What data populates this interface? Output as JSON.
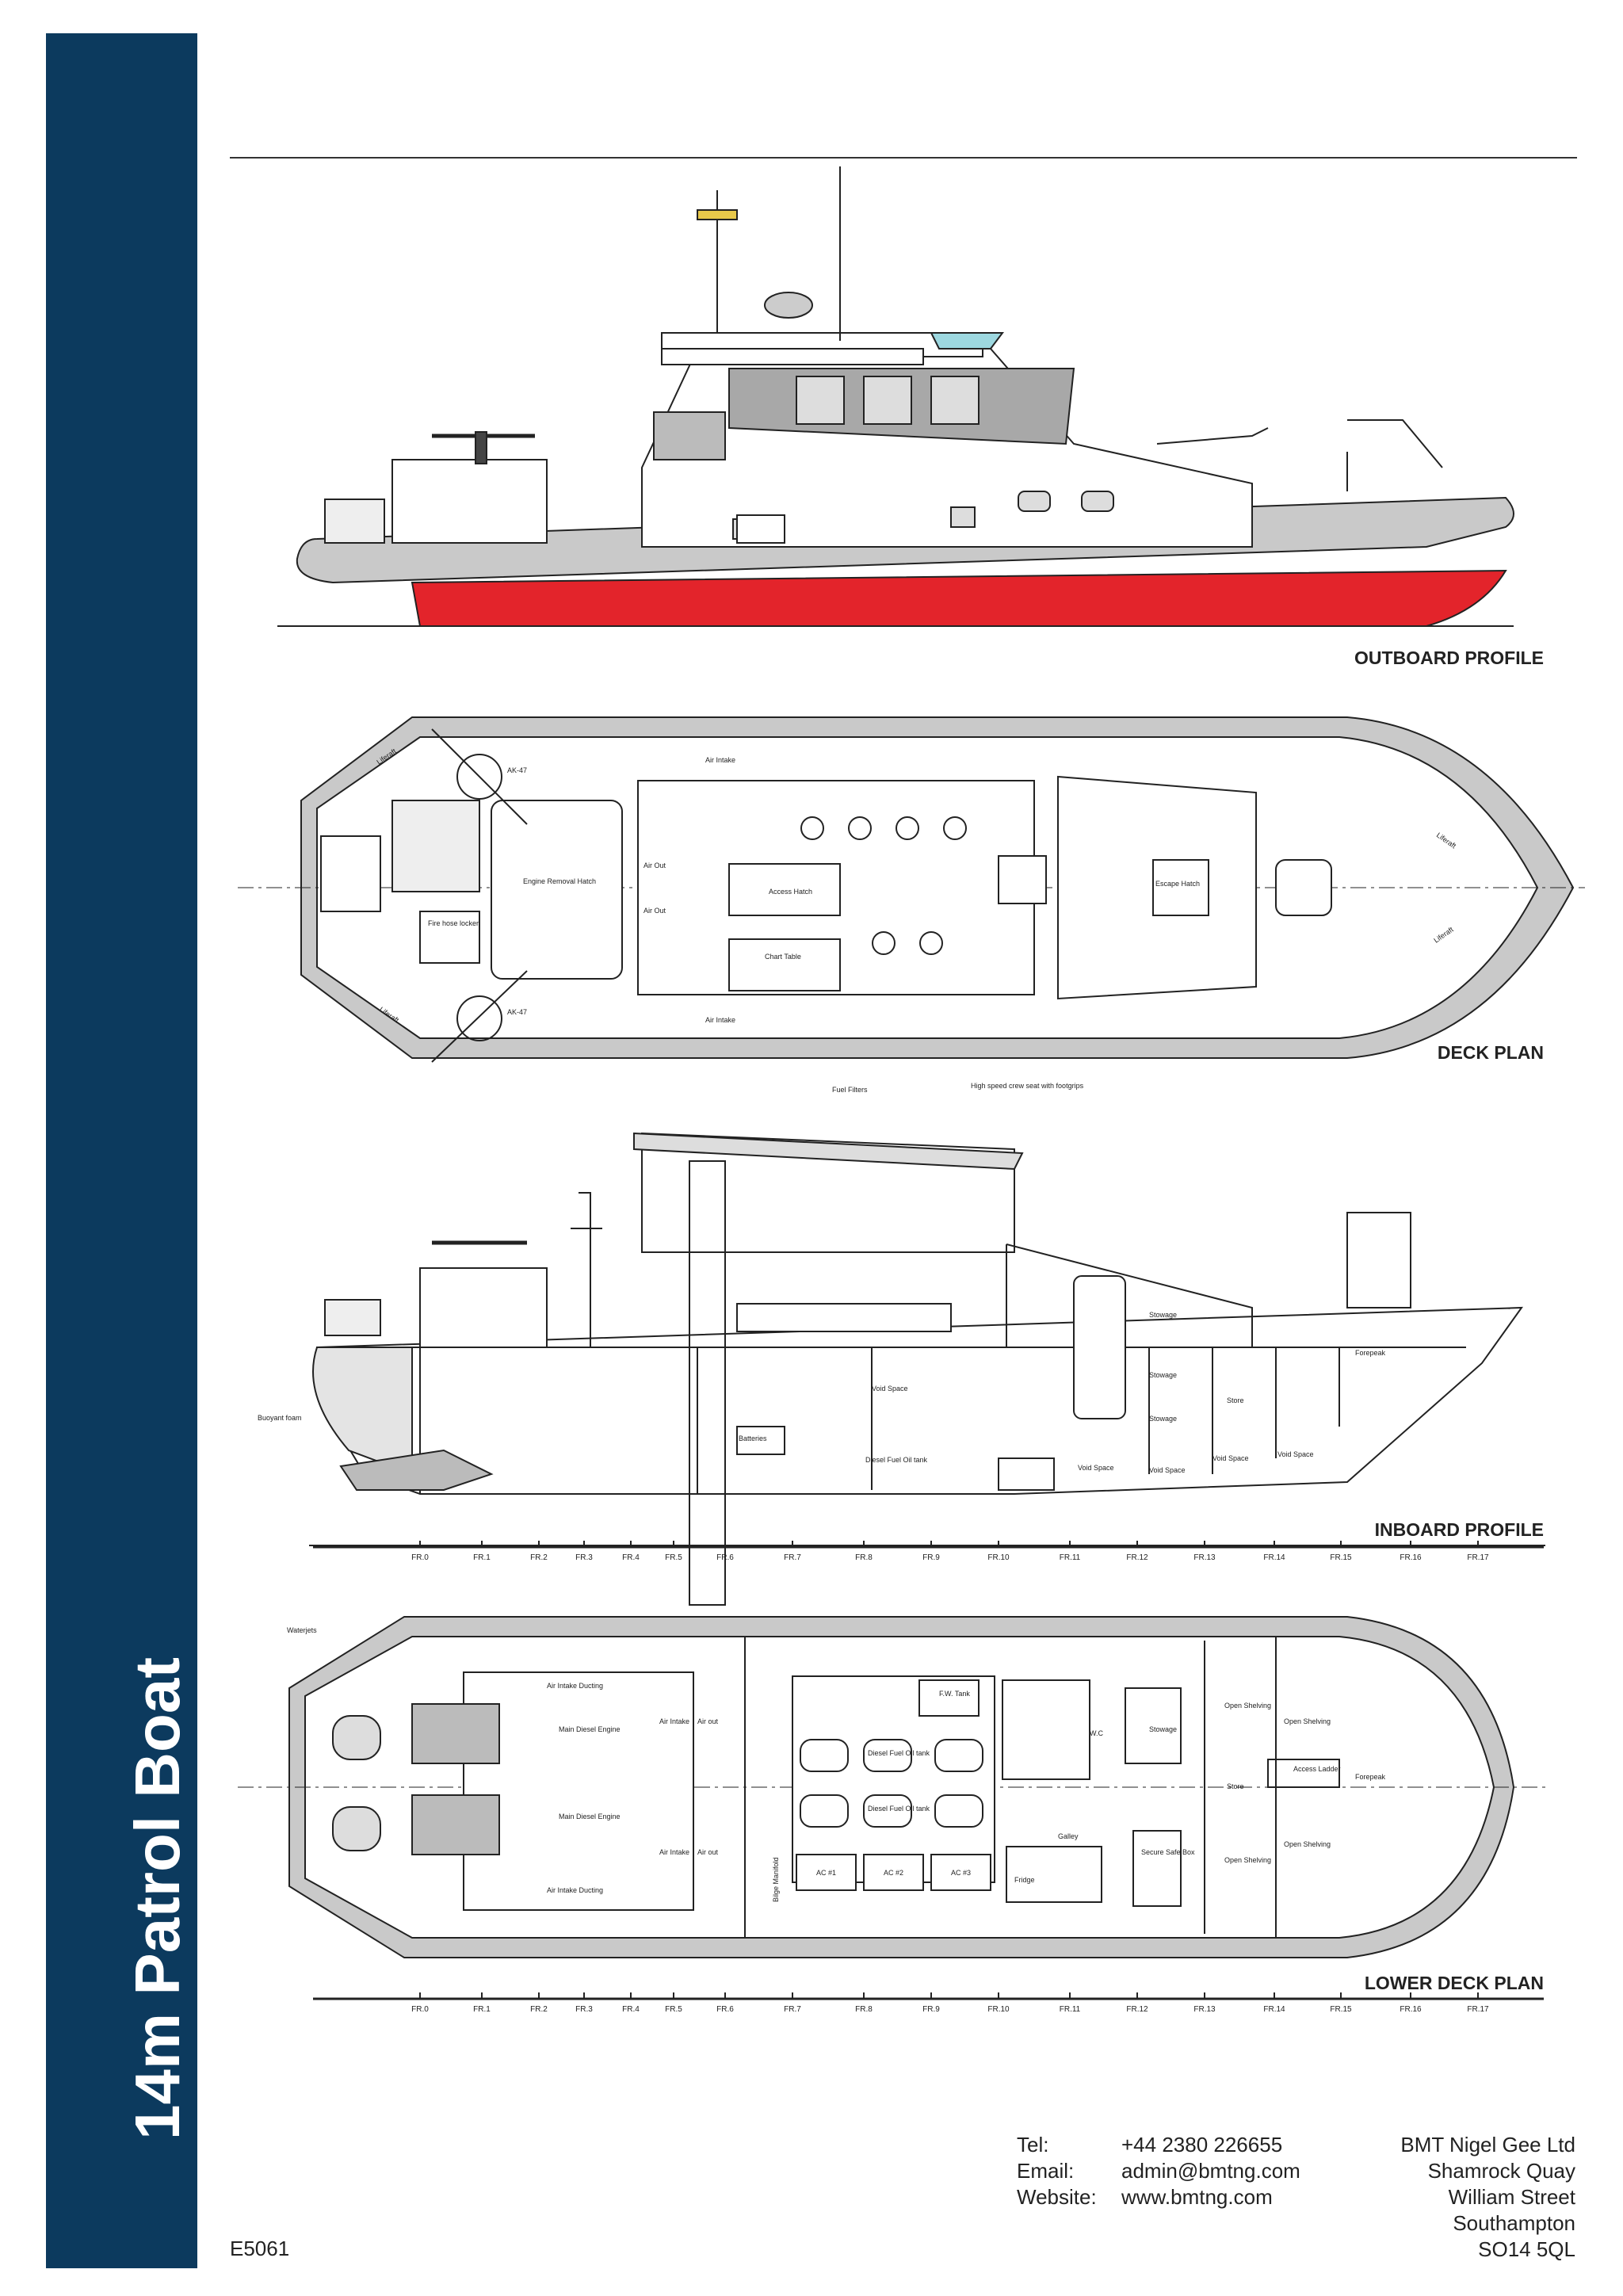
{
  "sidebar": {
    "title": "14m Patrol Boat",
    "color": "#0c3a5e"
  },
  "drawings": {
    "outboard_profile": {
      "label": "OUTBOARD PROFILE"
    },
    "deck_plan": {
      "label": "DECK PLAN",
      "notes": [
        "AK-47",
        "AK-47",
        "Air Intake",
        "Air Intake",
        "Air Out",
        "Air Out",
        "Engine Removal Hatch",
        "Fire hose locker",
        "Access Hatch",
        "Chart Table",
        "Escape Hatch",
        "Fuel Filters",
        "High speed crew seat with footgrips",
        "Liferaft",
        "Liferaft",
        "Liferaft",
        "Liferaft"
      ]
    },
    "inboard_profile": {
      "label": "INBOARD PROFILE",
      "notes": [
        "Buoyant foam",
        "Void Space",
        "Batteries",
        "Diesel Fuel Oil tank",
        "Stowage",
        "Stowage",
        "Stowage",
        "Store",
        "Forepeak",
        "Void Space",
        "Void Space",
        "Void Space",
        "Void Space"
      ]
    },
    "lower_deck_plan": {
      "label": "LOWER DECK PLAN",
      "notes": [
        "Waterjets",
        "Air Intake Ducting",
        "Air Intake Ducting",
        "Main Diesel Engine",
        "Main Diesel Engine",
        "Air Intake",
        "Air out",
        "Air Intake",
        "Air out",
        "Diesel Fuel Oil tank",
        "Diesel Fuel Oil tank",
        "AC #1",
        "AC #2",
        "AC #3",
        "F.W. Tank",
        "W.C",
        "Stowage",
        "Open Shelving",
        "Open Shelving",
        "Open Shelving",
        "Open Shelving",
        "Store",
        "Forepeak",
        "Galley",
        "Fridge",
        "Secure Safe Box",
        "Bilge Manifold",
        "Access Ladder"
      ]
    },
    "frame_labels": [
      "FR.0",
      "FR.1",
      "FR.2",
      "FR.3",
      "FR.4",
      "FR.5",
      "FR.6",
      "FR.7",
      "FR.8",
      "FR.9",
      "FR.10",
      "FR.11",
      "FR.12",
      "FR.13",
      "FR.14",
      "FR.15",
      "FR.16",
      "FR.17"
    ],
    "colors": {
      "hull_grey": "#c9c9c9",
      "hull_red": "#e3242b",
      "line": "#222222",
      "glass": "#a8a8a8"
    }
  },
  "contact": {
    "tel_label": "Tel:",
    "tel_value": "+44 2380 226655",
    "email_label": "Email:",
    "email_value": "admin@bmtng.com",
    "website_label": "Website:",
    "website_value": "www.bmtng.com"
  },
  "address": [
    "BMT Nigel Gee Ltd",
    "Shamrock Quay",
    "William Street",
    "Southampton",
    "SO14 5QL"
  ],
  "reference": "E5061"
}
